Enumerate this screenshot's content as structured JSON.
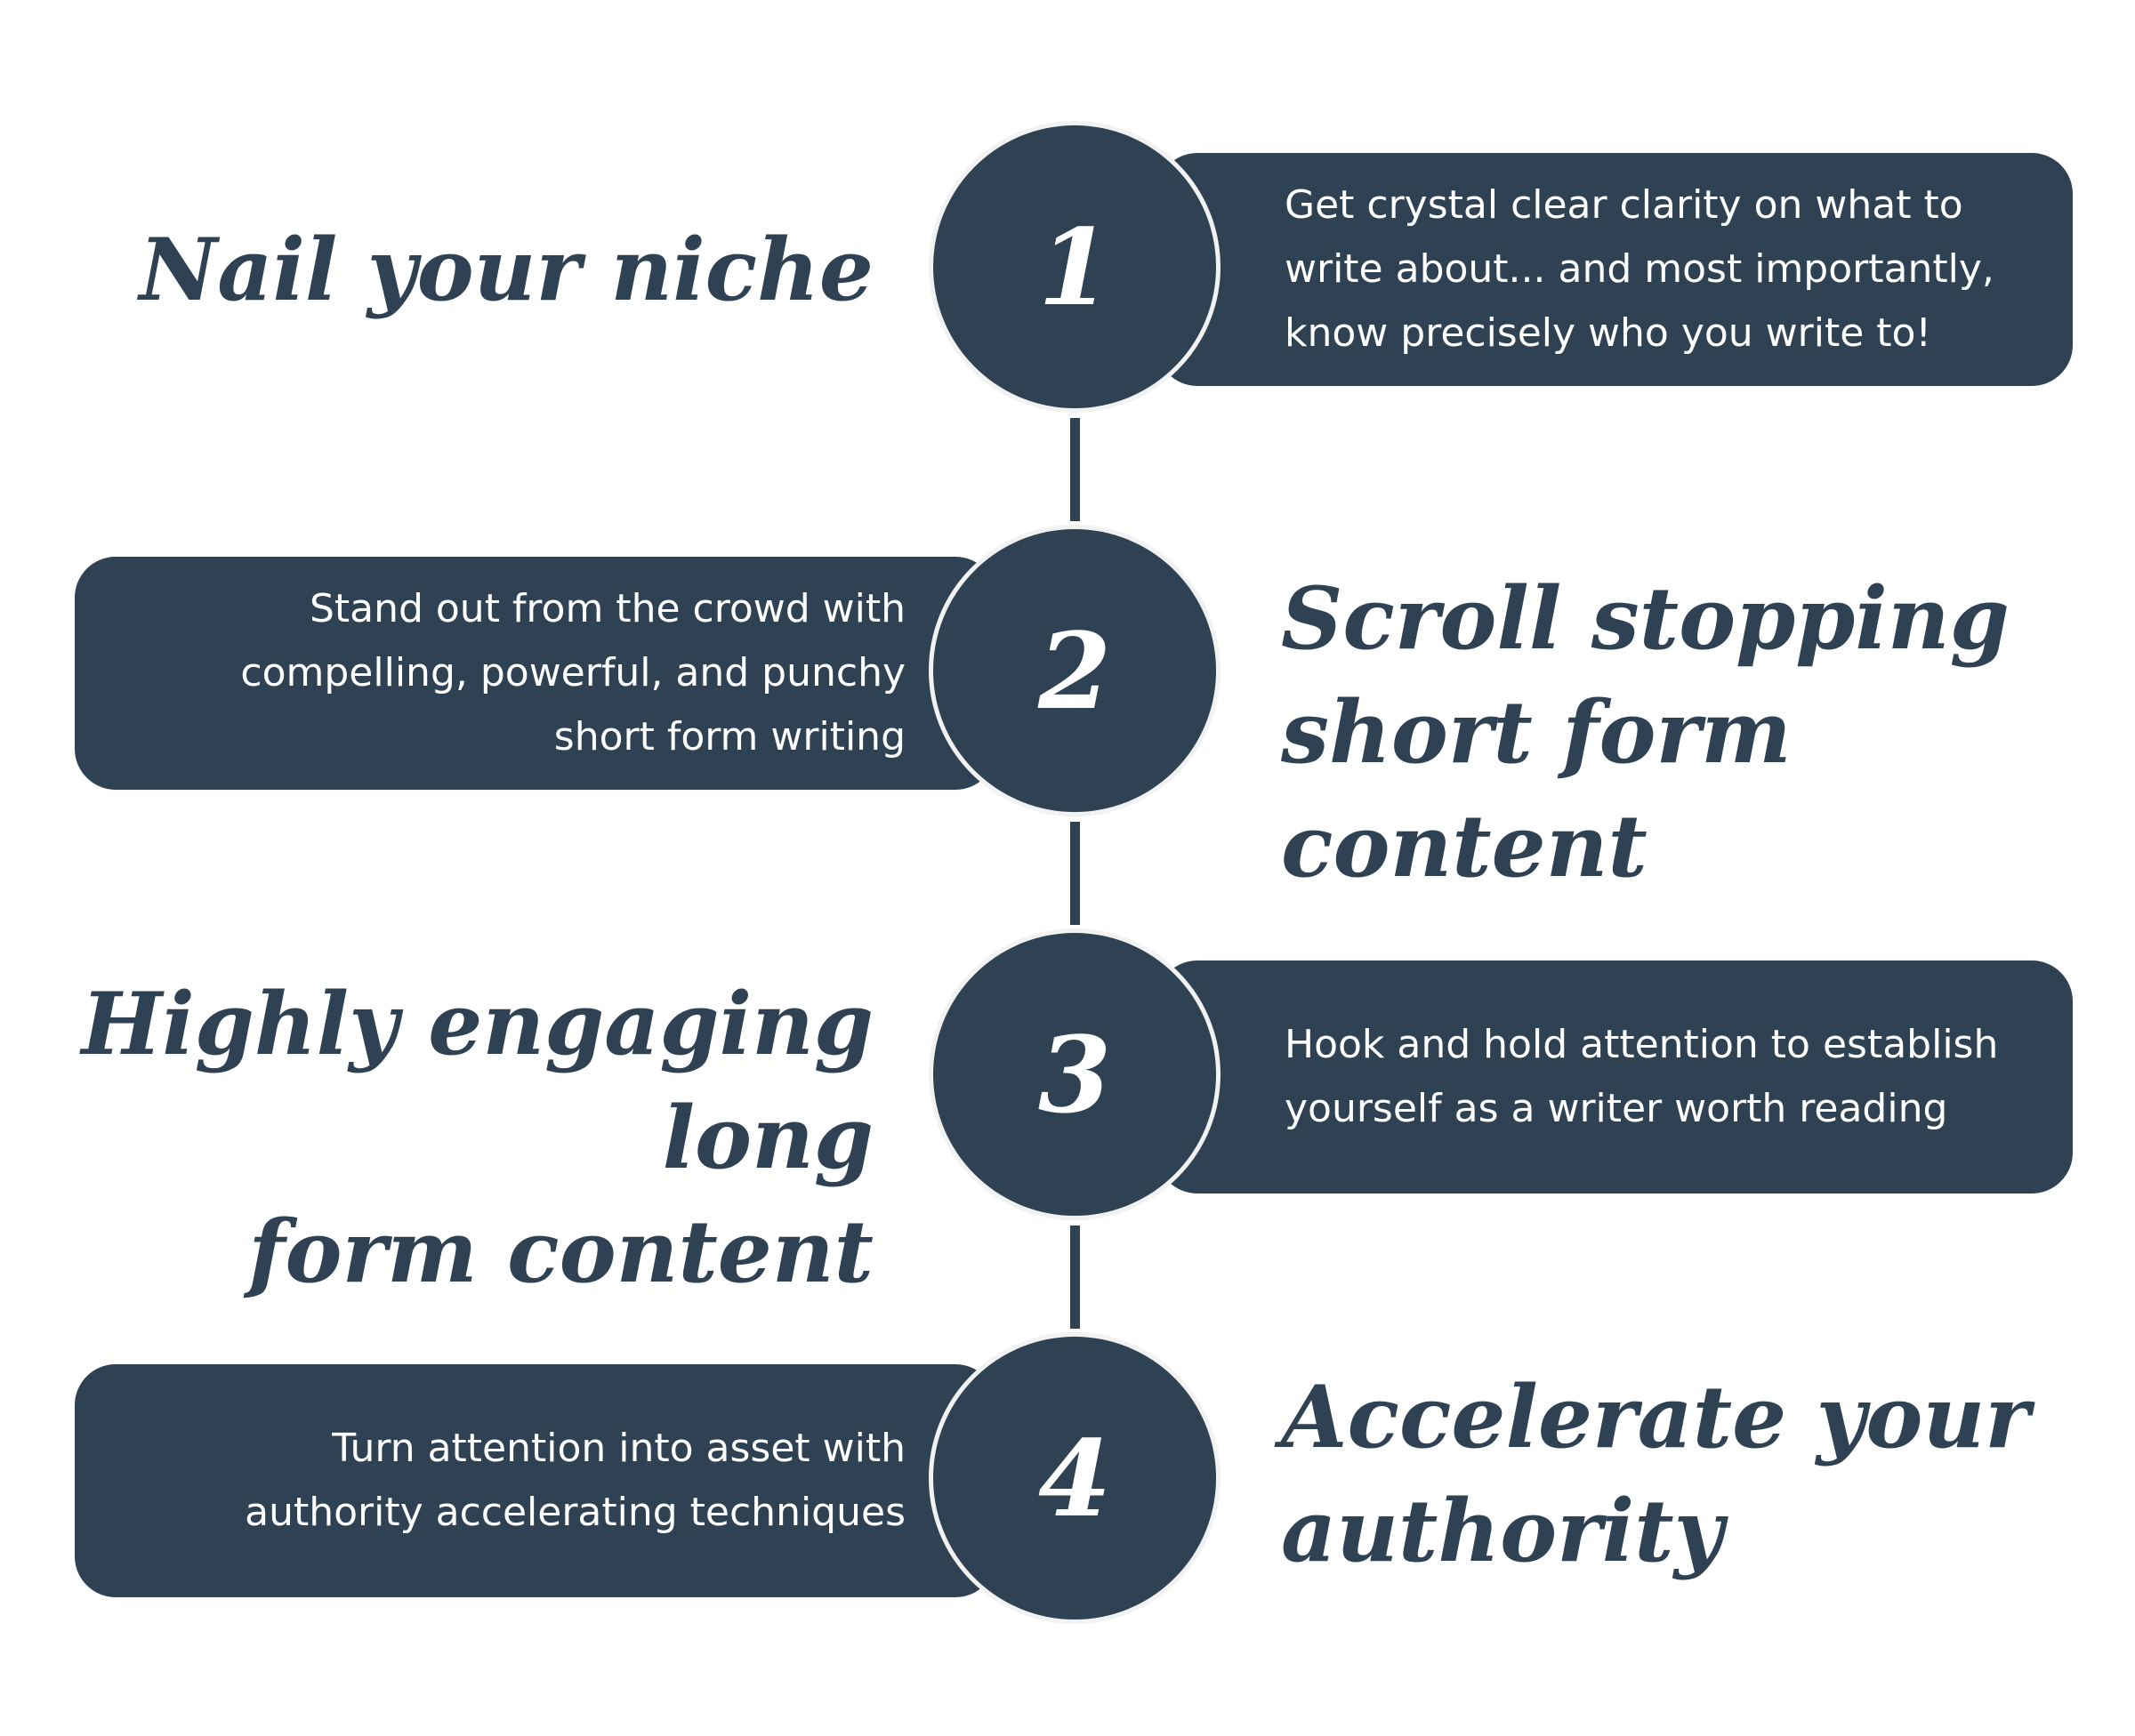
{
  "colors": {
    "accent": "#2f4254",
    "background": "#ffffff",
    "card_text": "#ffffff",
    "circle_border": "#f2f2f2"
  },
  "steps": [
    {
      "number": "1",
      "heading": "Nail your niche",
      "description": "Get crystal clear clarity on what to\nwrite about... and most importantly,\nknow precisely who you write to!"
    },
    {
      "number": "2",
      "heading": "Scroll stopping\nshort form content",
      "description": "Stand out from the crowd with\ncompelling, powerful, and punchy\nshort form writing"
    },
    {
      "number": "3",
      "heading": "Highly engaging long\nform content",
      "description": "Hook and hold attention to establish\nyourself as a writer worth reading"
    },
    {
      "number": "4",
      "heading": "Accelerate your\nauthority",
      "description": "Turn attention into asset with\nauthority accelerating techniques"
    }
  ]
}
